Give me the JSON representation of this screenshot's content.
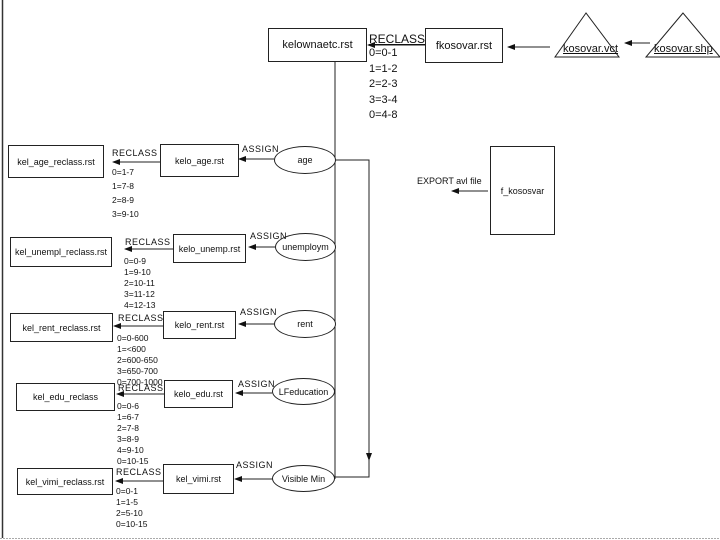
{
  "diagram": {
    "top": {
      "main_raster": "kelownaetc.rst",
      "source_raster": "fkosovar.rst",
      "vectors": [
        "kosovar.vct",
        "kosovar.shp"
      ],
      "operation": "RECLASS",
      "rules": [
        "0=0-1",
        "1=1-2",
        "2=2-3",
        "3=3-4",
        "0=4-8"
      ]
    },
    "export": {
      "box": "f_kososvar",
      "label": "EXPORT avl file"
    },
    "rows": [
      {
        "variable": "age",
        "assign_label": "ASSIGN",
        "assigned_raster": "kelo_age.rst",
        "reclass_label": "RECLASS",
        "reclassed_raster": "kel_age_reclass.rst",
        "rules": [
          "0=1-7",
          "1=7-8",
          "2=8-9",
          "3=9-10"
        ]
      },
      {
        "variable": "unemploym",
        "assign_label": "ASSIGN",
        "assigned_raster": "kelo_unemp.rst",
        "reclass_label": "RECLASS",
        "reclassed_raster": "kel_unempl_reclass.rst",
        "rules": [
          "0=0-9",
          "1=9-10",
          "2=10-11",
          "3=11-12",
          "4=12-13"
        ]
      },
      {
        "variable": "rent",
        "assign_label": "ASSIGN",
        "assigned_raster": "kelo_rent.rst",
        "reclass_label": "RECLASS",
        "reclassed_raster": "kel_rent_reclass.rst",
        "rules": [
          "0=0-600",
          "1=<600",
          "2=600-650",
          "3=650-700",
          "0=700-1000"
        ]
      },
      {
        "variable": "LFeducation",
        "assign_label": "ASSIGN",
        "assigned_raster": "kelo_edu.rst",
        "reclass_label": "RECLASS",
        "reclassed_raster": "kel_edu_reclass",
        "rules": [
          "0=0-6",
          "1=6-7",
          "2=7-8",
          "3=8-9",
          "4=9-10",
          "0=10-15"
        ]
      },
      {
        "variable": "Visible Min",
        "assign_label": "ASSIGN",
        "assigned_raster": "kel_vimi.rst",
        "reclass_label": "RECLASS",
        "reclassed_raster": "kel_vimi_reclass.rst",
        "rules": [
          "0=0-1",
          "1=1-5",
          "2=5-10",
          "0=10-15"
        ]
      }
    ]
  }
}
